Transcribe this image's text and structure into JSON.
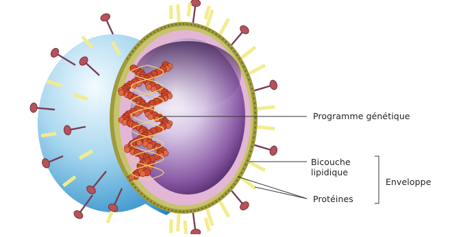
{
  "labels": {
    "genetic_program": "Programme génétique",
    "bilayer_line1": "Bicouche",
    "bilayer_line2": "lipidique",
    "proteins": "Protéines",
    "envelope": "Enveloppe"
  },
  "colors": {
    "capsid_pink": "#e5b9d8",
    "interior_purple": "#5a2d74",
    "sphere_blue": "#3aa0d4",
    "membrane_olive": "#9a9a3c",
    "spike_yellow": "#f2ec8e",
    "knob_red": "#b4535a",
    "rna_orange": "#d2492c",
    "leader_line": "#333333"
  }
}
